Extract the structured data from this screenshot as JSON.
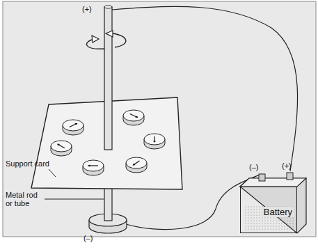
{
  "diagram": {
    "nodes": [
      {
        "text": [
          "Battery"
        ]
      }
    ],
    "labels": [
      "(+)",
      "Support card",
      "Metal rod or tube",
      "(–)",
      "(–)",
      "(+)"
    ]
  }
}
